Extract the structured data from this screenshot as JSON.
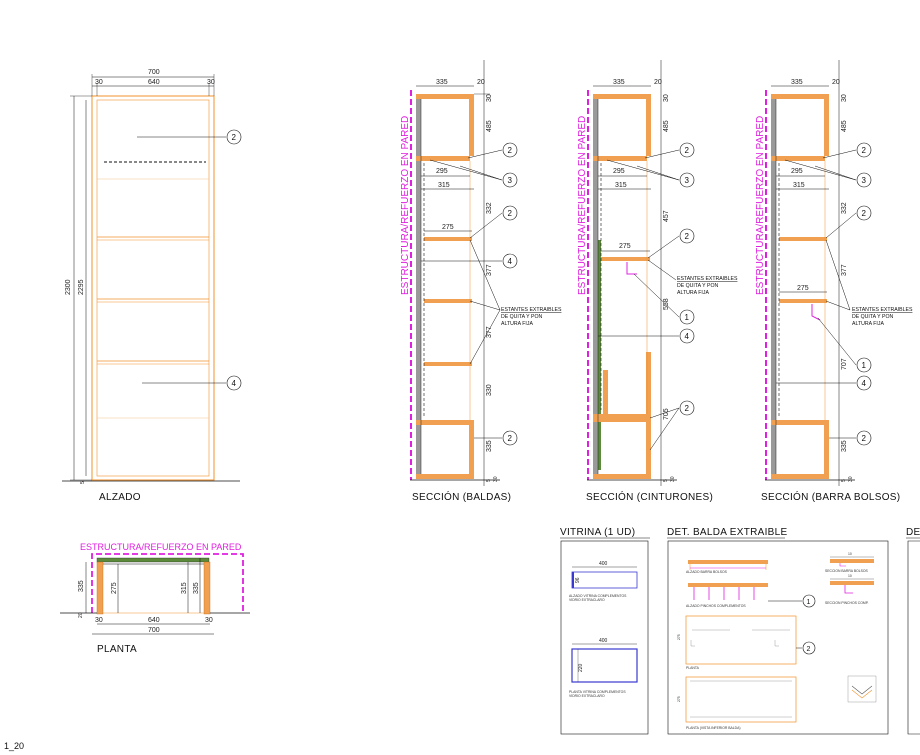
{
  "scale_label": "1_20",
  "balloons": {
    "b1": "1",
    "b2": "2",
    "b3": "3",
    "b4": "4"
  },
  "wall_structure_label": "ESTRUCTURA/REFUERZO EN PARED",
  "shelf_note": {
    "l1": "ESTANTES EXTRAIBLES",
    "l2": "DE QUITA Y PON",
    "l3": "ALTURA FIJA"
  },
  "alzado": {
    "title": "ALZADO",
    "dims": {
      "total_w": "700",
      "inner_w": "640",
      "side_l": "30",
      "side_r": "30",
      "height": "2300",
      "inner_h": "2295",
      "base": "5"
    }
  },
  "planta": {
    "title": "PLANTA",
    "dims": {
      "depth": "335",
      "inner": "275",
      "inner2": "315",
      "depth2": "335",
      "total_w": "700",
      "inner_w": "640",
      "side_l": "30",
      "side_r": "30",
      "d20": "20"
    }
  },
  "seccion_baldas": {
    "title": "SECCIÓN (BALDAS)",
    "dims": {
      "top_w": "335",
      "top_s": "20",
      "top_t": "30",
      "s1": "485",
      "w295": "295",
      "w315": "315",
      "s2": "332",
      "w275": "275",
      "s3": "377",
      "s4": "377",
      "s5": "330",
      "s6": "335",
      "base5": "5",
      "base30": "30"
    }
  },
  "seccion_cinturones": {
    "title": "SECCIÓN (CINTURONES)",
    "dims": {
      "top_w": "335",
      "top_s": "20",
      "top_t": "30",
      "s1": "485",
      "w295": "295",
      "w315": "315",
      "s2": "457",
      "w275": "275",
      "s3": "558",
      "s4": "705",
      "base5": "5",
      "base30": "30"
    }
  },
  "seccion_bolsos": {
    "title": "SECCIÓN (BARRA BOLSOS)",
    "dims": {
      "top_w": "335",
      "top_s": "20",
      "top_t": "30",
      "s1": "485",
      "w295": "295",
      "w315": "315",
      "s2": "332",
      "w275": "275",
      "s3": "377",
      "s4": "707",
      "s5": "335",
      "base5": "5",
      "base30": "30"
    }
  },
  "vitrina": {
    "title": "VITRINA (1 UD)",
    "w1": "400",
    "h1": "96",
    "cap1a": "ALZADO VITRINA COMPLEMENTOS",
    "cap1b": "VIDRIO EXTRACLARO",
    "w2": "400",
    "h2": "220",
    "cap2a": "PLANTA VITRINA COMPLEMENTOS",
    "cap2b": "VIDRIO EXTRACLARO"
  },
  "balda": {
    "title": "DET. BALDA EXTRAIBLE",
    "cap1": "ALZADO BARRA BOLSOS",
    "cap2": "ALZADO PINCHOS COMPLEMENTOS",
    "cap3": "PLANTA",
    "cap4": "PLANTA (VISTA INFERIOR BALDA)",
    "cap5": "SECCION BARRA BOLSOS",
    "cap6": "SECCION PINCHOS COMP.",
    "d275a": "275",
    "d275b": "275",
    "d10a": "10",
    "d10b": "10"
  },
  "partial_title": "DE",
  "colors": {
    "orange": "#f2922b",
    "magenta": "#e020e0",
    "wood": "#f0a050",
    "grey": "#9a9a9a",
    "green": "#5a8a3a",
    "blue": "#3a3ad0"
  }
}
